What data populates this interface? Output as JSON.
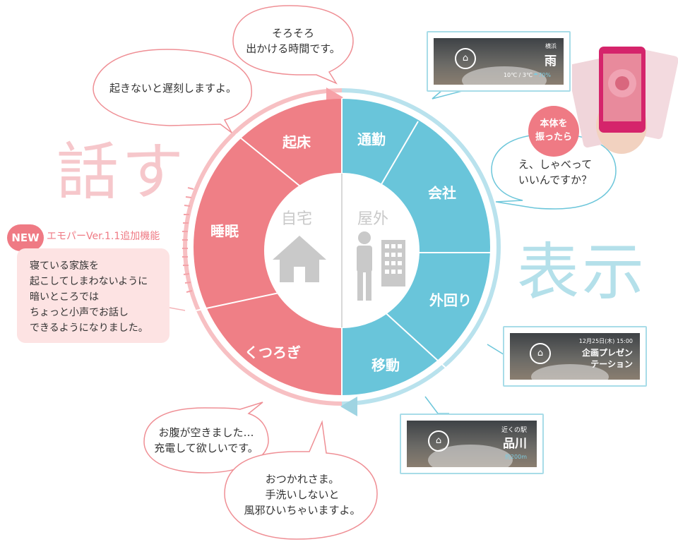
{
  "wheel": {
    "segments": [
      {
        "label": "起床"
      },
      {
        "label": "通勤"
      },
      {
        "label": "会社"
      },
      {
        "label": "外回り"
      },
      {
        "label": "移動"
      },
      {
        "label": "くつろぎ"
      },
      {
        "label": "睡眠"
      }
    ],
    "home_label": "自宅",
    "outside_label": "屋外"
  },
  "side_labels": {
    "talk": "話す",
    "display": "表示"
  },
  "bubbles": {
    "wake_late": "起きないと遅刻しますよ。",
    "time_to_go": "そろそろ\n出かける時間です。",
    "shake_talk": "え、しゃべって\nいいんですか？",
    "hungry": "お腹が空きました…\n充電して欲しいです。",
    "welcome_home": "おつかれさま。\n手洗いしないと\n風邪ひいちゃいますよ。"
  },
  "new_feature": {
    "badge": "NEW",
    "caption": "エモパーVer.1.1追加機能",
    "text": "寝ている家族を\n起こしてしまわないように\n暗いところでは\nちょっと小声でお話し\nできるようになりました。"
  },
  "phone": {
    "badge": "本体を\n振ったら"
  },
  "screens": {
    "weather": {
      "place": "横浜",
      "weather": "雨",
      "temps": "10℃ / 3℃",
      "rain": "☂70%"
    },
    "meeting": {
      "datetime": "12月25日(木) 15:00",
      "title": "企画プレゼン\nテーション"
    },
    "station": {
      "caption": "近くの駅",
      "name": "品川",
      "distance": "約200m"
    }
  },
  "colors": {
    "pink": "#ef7f86",
    "blue": "#69c5da",
    "pink_light": "#f7c0c3",
    "blue_light": "#b9e2ed",
    "center_icon": "#c9c9c9"
  }
}
